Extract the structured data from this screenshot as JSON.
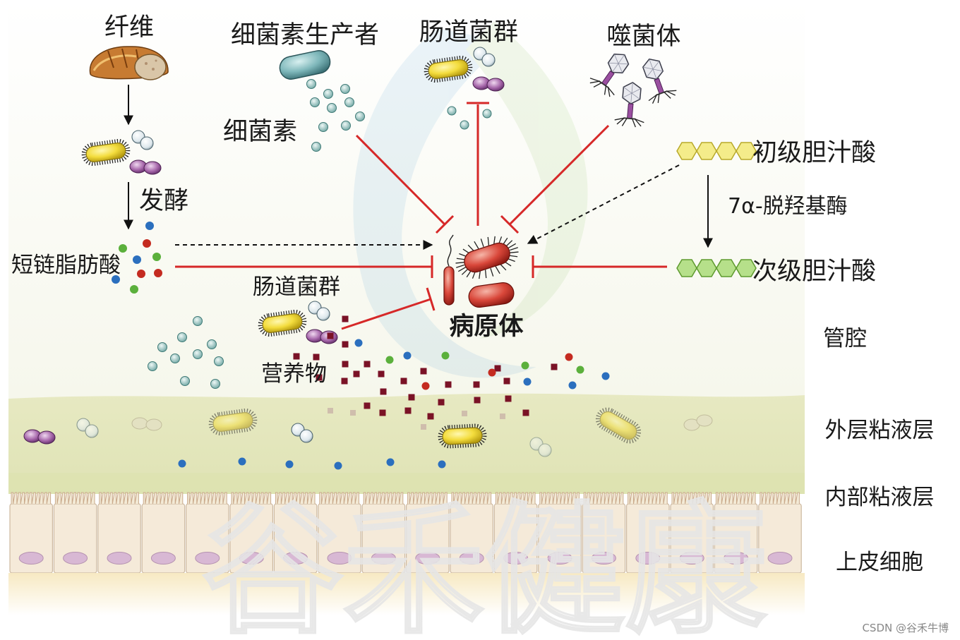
{
  "labels": {
    "fiber": "纤维",
    "fermentation": "发酵",
    "scfa": "短链脂肪酸",
    "bacteriocin_producer": "细菌素生产者",
    "bacteriocin": "细菌素",
    "microbiota_top": "肠道菌群",
    "phage": "噬菌体",
    "primary_bile_acid": "初级胆汁酸",
    "enzyme": "7α-脱羟基酶",
    "secondary_bile_acid": "次级胆汁酸",
    "microbiota_mid": "肠道菌群",
    "nutrients": "营养物",
    "pathogen": "病原体",
    "lumen": "管腔",
    "outer_mucus": "外层粘液层",
    "inner_mucus": "内部粘液层",
    "epithelium": "上皮细胞"
  },
  "watermark": "谷禾健康",
  "credit": "CSDN @谷禾牛博",
  "colors": {
    "inhibit": "#d62828",
    "arrow": "#111111",
    "outer_mucus": "#e3e6b8",
    "epithelium": "#f5ead9",
    "nucleus": "#d8b8d4",
    "bile_primary": "#f4ec8a",
    "bile_secondary": "#b6e08a"
  },
  "icons": [
    "bread-icon",
    "bacterium-yellow-icon",
    "bacterium-teal-icon",
    "diplococcus-purple-icon",
    "diplococcus-white-icon",
    "bacteriophage-icon",
    "hexagon-ring-icon",
    "pathogen-bacterium-icon"
  ]
}
